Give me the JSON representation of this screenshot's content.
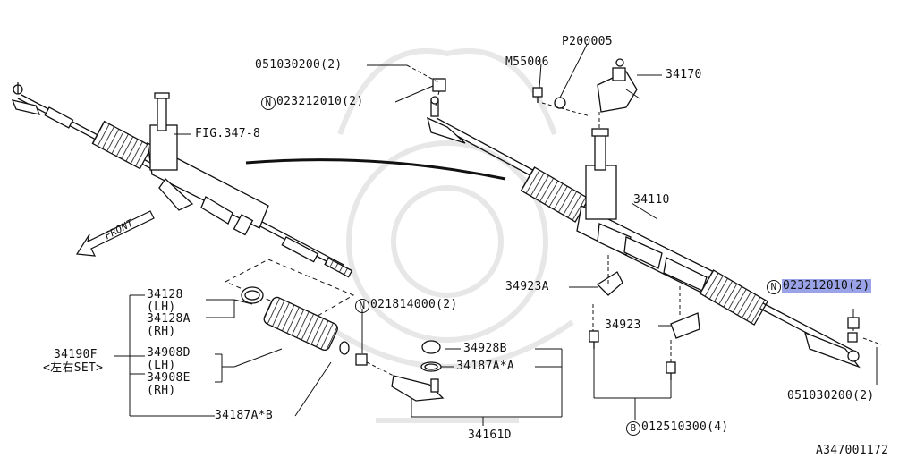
{
  "diagram": {
    "figure_id": "A347001172",
    "circle_n": "N",
    "circle_b": "B",
    "labels": {
      "bolt_top_left": "051030200(2)",
      "nut_top_left": "023212010(2)",
      "fig_ref": "FIG.347-8",
      "bolt_m": "M55006",
      "washer_p": "P200005",
      "joint": "34170",
      "gearbox": "34110",
      "bracket_a": "34923A",
      "bracket": "34923",
      "nut_right": "023212010(2)",
      "bolt_right": "051030200(2)",
      "clamp_lh": "34128",
      "clamp_lh_side": "(LH)",
      "clamp_rh": "34128A",
      "clamp_rh_side": "(RH)",
      "boot_set": "34190F",
      "boot_set_note": "<左右SET>",
      "boot_lh": "34908D",
      "boot_lh_side": "(LH)",
      "boot_rh": "34908E",
      "boot_rh_side": "(RH)",
      "nut_small": "021814000(2)",
      "cap": "34928B",
      "ring": "34187A*A",
      "ring_b": "34187A*B",
      "tie_rod_end": "34161D",
      "bolt_bottom": "012510300(4)",
      "front": "FRONT"
    }
  }
}
